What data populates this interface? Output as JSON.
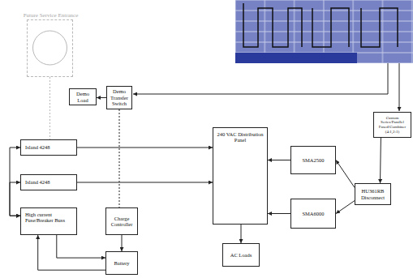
{
  "diagram": {
    "nodes": [
      {
        "text": [
          "Future Service Entrance"
        ]
      },
      {
        "text": [
          "Demo Load"
        ]
      },
      {
        "text": [
          "Demo Transfer Switch"
        ]
      },
      {
        "text": [
          "Custom Series/Parallel Fused/Combiner (4:1,2:1)"
        ]
      },
      {
        "text": [
          "Island 4248"
        ]
      },
      {
        "text": [
          "Island 4248"
        ]
      },
      {
        "text": [
          "240 VAC Distribution Panel"
        ]
      },
      {
        "text": [
          "SMA2500"
        ]
      },
      {
        "text": [
          "SMA6000"
        ]
      },
      {
        "text": [
          "HU361RB Disconnect"
        ]
      },
      {
        "text": [
          "High current Fuse/Breaker Buss"
        ]
      },
      {
        "text": [
          "Charge Controller"
        ]
      },
      {
        "text": [
          "AC Loads"
        ]
      },
      {
        "text": [
          "Battery"
        ]
      }
    ],
    "edges": [
      {
        "from": 2,
        "to": 1,
        "arrow": "to"
      },
      {
        "from": 3,
        "to": 9,
        "arrow": "to"
      },
      {
        "from": 9,
        "to": 7,
        "arrow": "to"
      },
      {
        "from": 9,
        "to": 8,
        "arrow": "to"
      },
      {
        "from": 7,
        "to": 6,
        "arrow": "to"
      },
      {
        "from": 8,
        "to": 6,
        "arrow": "to"
      },
      {
        "from": 4,
        "to": 6,
        "arrow": "to"
      },
      {
        "from": 5,
        "to": 6,
        "arrow": "to"
      },
      {
        "from": 6,
        "to": 12,
        "arrow": "to"
      },
      {
        "from": 2,
        "to": 11,
        "arrow": "none"
      },
      {
        "from": 11,
        "to": 13,
        "arrow": "to"
      },
      {
        "from": 0,
        "to": 4,
        "arrow": "none"
      },
      {
        "from": 10,
        "to": 4,
        "arrow": "both"
      },
      {
        "from": 10,
        "to": 5,
        "arrow": "both"
      },
      {
        "from": 13,
        "to": 10,
        "arrow": "to"
      },
      {
        "from": 10,
        "to": 13,
        "arrow": "to"
      }
    ]
  }
}
